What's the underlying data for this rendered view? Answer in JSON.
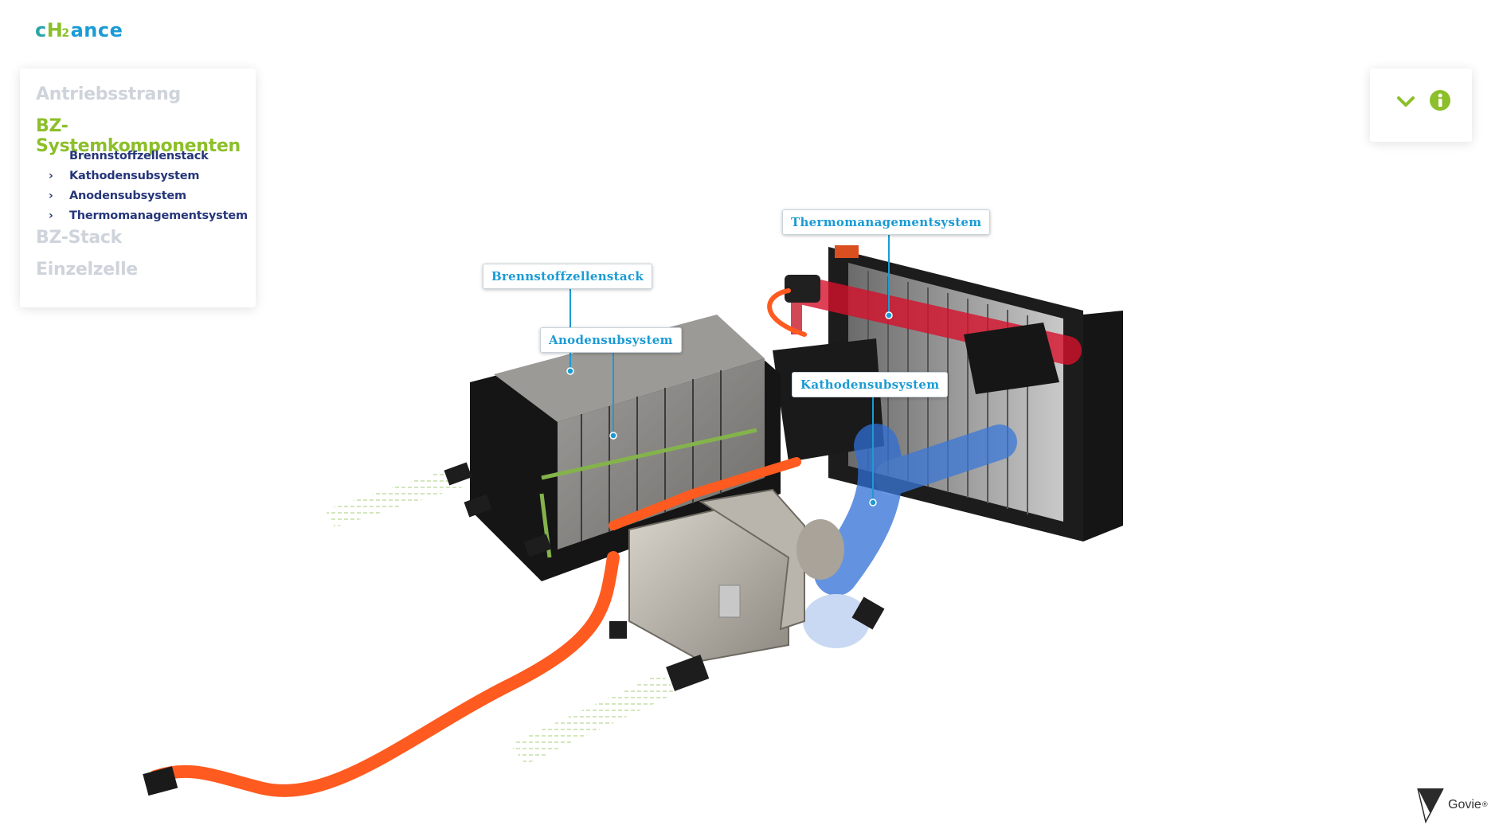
{
  "brand": {
    "logo_c": "c",
    "logo_h": "H",
    "logo_2": "2",
    "logo_rest": "ance",
    "footer_brand": "Govie",
    "footer_reg": "®"
  },
  "nav": {
    "sections": [
      {
        "label": "Antriebsstrang",
        "active": false
      },
      {
        "label": "BZ-Systemkomponenten",
        "active": true
      },
      {
        "label": "BZ-Stack",
        "active": false
      },
      {
        "label": "Einzelzelle",
        "active": false
      }
    ],
    "subitems": [
      {
        "label": "Brennstoffzellenstack",
        "has_chevron": false
      },
      {
        "label": "Kathodensubsystem",
        "has_chevron": true
      },
      {
        "label": "Anodensubsystem",
        "has_chevron": true
      },
      {
        "label": "Thermomanagementsystem",
        "has_chevron": true
      }
    ]
  },
  "controls": {
    "collapse_icon": "chevron-down-icon",
    "info_icon": "info-icon"
  },
  "callouts": {
    "brennstoff": "Brennstoffzellenstack",
    "anoden": "Anodensubsystem",
    "thermo": "Thermomanagementsystem",
    "kathoden": "Kathodensubsystem"
  },
  "colors": {
    "accent_green": "#8cbf2a",
    "nav_blue": "#26367a",
    "inactive_gray": "#cfd3db",
    "callout_blue": "#1b9bd4",
    "orange_pipe": "#ff5a1f",
    "thermo_red": "#e0102a",
    "kathoden_blue": "#2f6fd6"
  }
}
